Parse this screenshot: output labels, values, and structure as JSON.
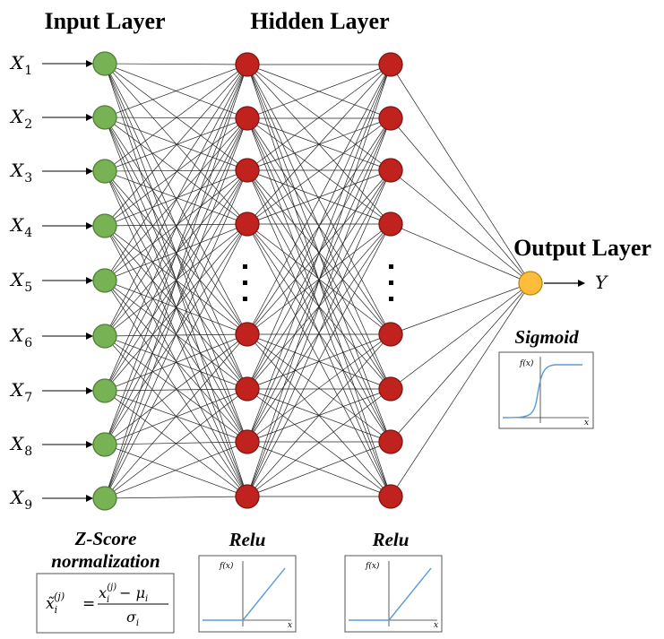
{
  "titles": {
    "input": "Input Layer",
    "hidden": "Hidden Layer",
    "output": "Output Layer"
  },
  "inputs": [
    {
      "base": "X",
      "sub": "1"
    },
    {
      "base": "X",
      "sub": "2"
    },
    {
      "base": "X",
      "sub": "3"
    },
    {
      "base": "X",
      "sub": "4"
    },
    {
      "base": "X",
      "sub": "5"
    },
    {
      "base": "X",
      "sub": "6"
    },
    {
      "base": "X",
      "sub": "7"
    },
    {
      "base": "X",
      "sub": "8"
    },
    {
      "base": "X",
      "sub": "9"
    }
  ],
  "output_label": "Y",
  "activations": {
    "output": "Sigmoid",
    "hidden1": "Relu",
    "hidden2": "Relu"
  },
  "normalization": {
    "line1": "Z-Score",
    "line2": "normalization"
  },
  "plot_labels": {
    "fx": "f(x)",
    "x": "x"
  },
  "formula": {
    "lhs_base": "x̃",
    "lhs_sub": "i",
    "lhs_sup": "(j)",
    "eq": "=",
    "num_base": "x",
    "num_sub": "i",
    "num_sup": "(j)",
    "num_op": "− μ",
    "num_mu_sub": "i",
    "den_base": "σ",
    "den_sub": "i"
  },
  "colors": {
    "input_node": "#77b255",
    "input_stroke": "#4f7d35",
    "hidden_node": "#c0231e",
    "hidden_stroke": "#7f1512",
    "output_node": "#fbbd3a",
    "output_stroke": "#b88418",
    "curve": "#5b9bd5"
  }
}
